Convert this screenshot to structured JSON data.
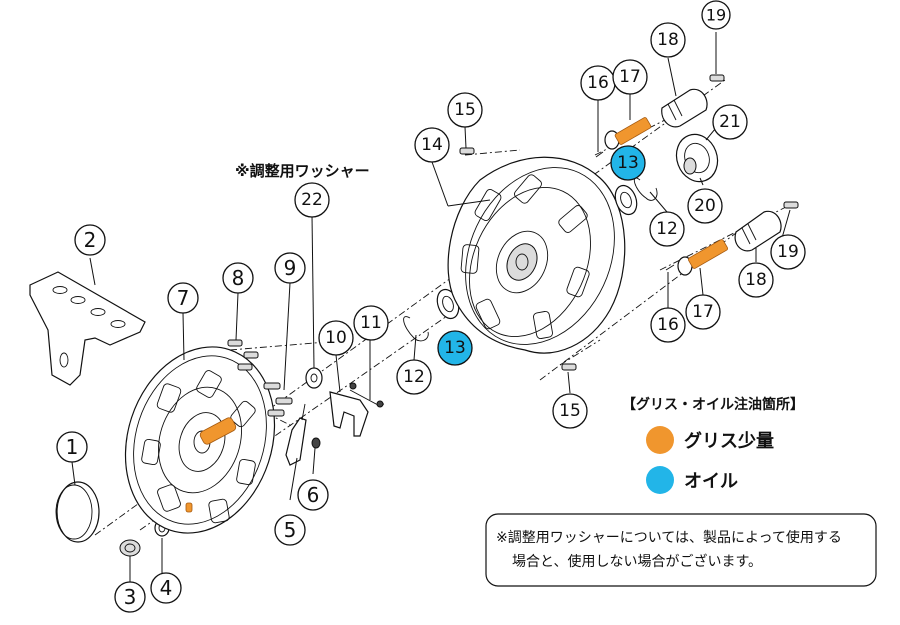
{
  "labels": {
    "adjust_washer": "※調整用ワッシャー",
    "legend_title": "【グリス・オイル注油箇所】",
    "legend_grease": "グリス少量",
    "legend_oil": "オイル",
    "note_line1": "※調整用ワッシャーについては、製品によって使用する",
    "note_line2": "場合と、使用しない場合がございます。"
  },
  "part_numbers": {
    "p1": "1",
    "p2": "2",
    "p3": "3",
    "p4": "4",
    "p5": "5",
    "p6": "6",
    "p7": "7",
    "p8": "8",
    "p9": "9",
    "p10": "10",
    "p11": "11",
    "p12a": "12",
    "p12b": "12",
    "p13a": "13",
    "p13b": "13",
    "p14": "14",
    "p15a": "15",
    "p15b": "15",
    "p16a": "16",
    "p16b": "16",
    "p17a": "17",
    "p17b": "17",
    "p18a": "18",
    "p18b": "18",
    "p19a": "19",
    "p19b": "19",
    "p20": "20",
    "p21": "21",
    "p22": "22"
  },
  "colors": {
    "grease": "#f0962e",
    "oil": "#22b5e8"
  }
}
